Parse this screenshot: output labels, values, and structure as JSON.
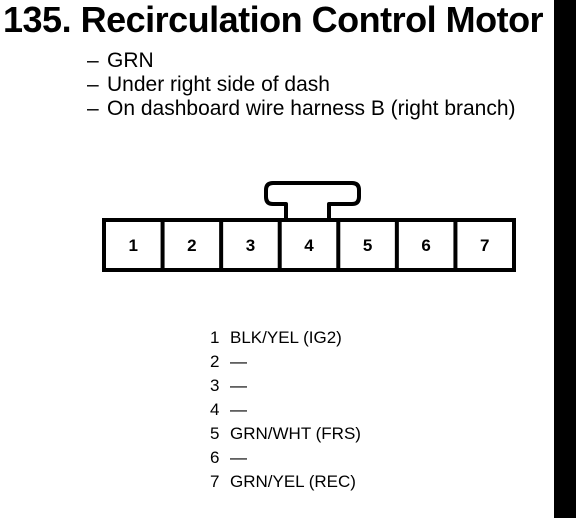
{
  "title": "135. Recirculation Control Motor",
  "details": [
    "GRN",
    "Under right side of dash",
    "On dashboard wire harness B (right branch)"
  ],
  "detail_dash": "–",
  "connector": {
    "pins": [
      "1",
      "2",
      "3",
      "4",
      "5",
      "6",
      "7"
    ]
  },
  "pinout": [
    {
      "pin": "1",
      "wire": "BLK/YEL (IG2)"
    },
    {
      "pin": "2",
      "wire": "—"
    },
    {
      "pin": "3",
      "wire": "—"
    },
    {
      "pin": "4",
      "wire": "—"
    },
    {
      "pin": "5",
      "wire": "GRN/WHT (FRS)"
    },
    {
      "pin": "6",
      "wire": "—"
    },
    {
      "pin": "7",
      "wire": "GRN/YEL (REC)"
    }
  ]
}
